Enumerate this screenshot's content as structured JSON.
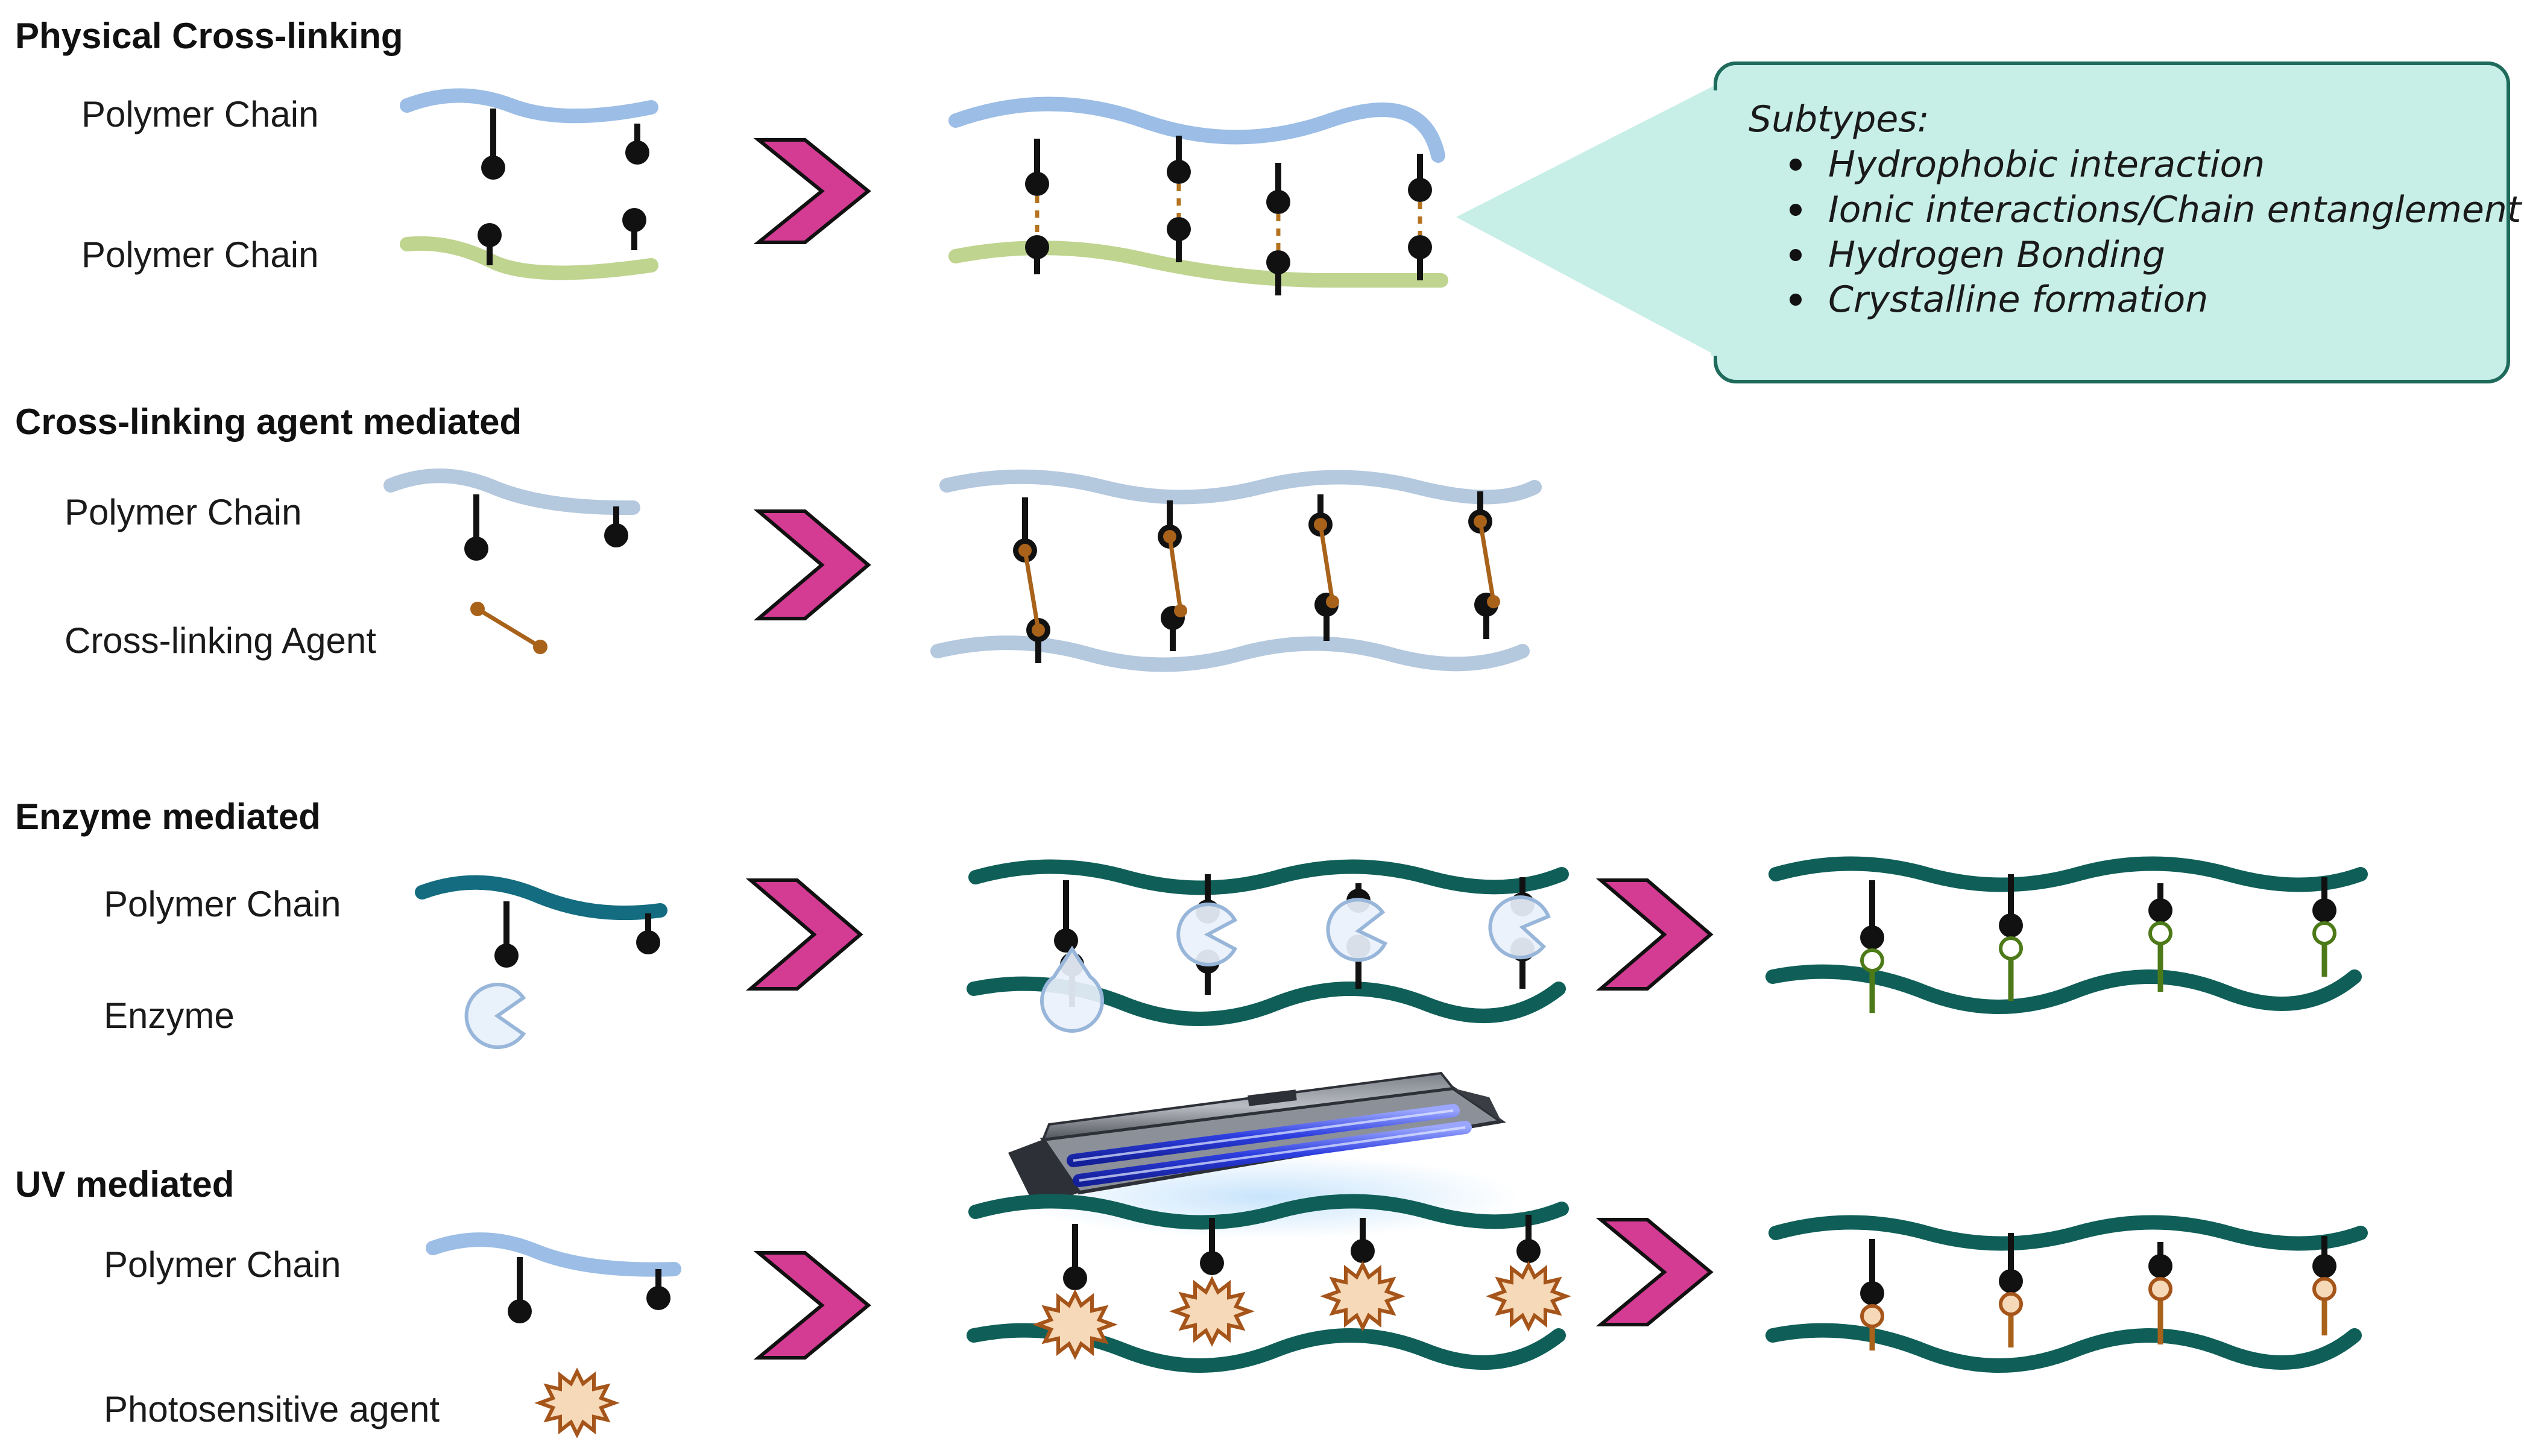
{
  "sections": [
    {
      "title": "Physical Cross-linking",
      "labels": [
        "Polymer Chain",
        "Polymer Chain"
      ]
    },
    {
      "title": "Cross-linking agent mediated",
      "labels": [
        "Polymer Chain",
        "Cross-linking Agent"
      ]
    },
    {
      "title": "Enzyme mediated",
      "labels": [
        "Polymer Chain",
        "Enzyme"
      ]
    },
    {
      "title": "UV mediated",
      "labels": [
        "Polymer Chain",
        "Photosensitive agent"
      ]
    }
  ],
  "subtypes": {
    "heading": "Subtypes:",
    "items": [
      "Hydrophobic interaction",
      "Ionic interactions/Chain entanglement",
      "Hydrogen Bonding",
      "Crystalline formation"
    ]
  },
  "colors": {
    "chain_blue": "#9bbde6",
    "chain_green": "#bfd48f",
    "chain_grayblue": "#b4c8de",
    "chain_teal": "#0f5f58",
    "chain_darkteal": "#136c80",
    "arrow": "#d43b93",
    "crosslinker": "#a8621a",
    "enzyme_fill": "#e9f1fb",
    "enzyme_stroke": "#98b6d9",
    "callout_fill": "#c7eee7",
    "callout_stroke": "#1e6b5c",
    "photo_fill": "#f6d9b8",
    "photo_stroke": "#a5541a",
    "product_green": "#4d7a18",
    "product_brown": "#a8621a"
  },
  "icons": [
    "chevron-arrow-icon",
    "enzyme-pacman-icon",
    "photosensitive-star-icon",
    "uv-lamp-icon"
  ]
}
